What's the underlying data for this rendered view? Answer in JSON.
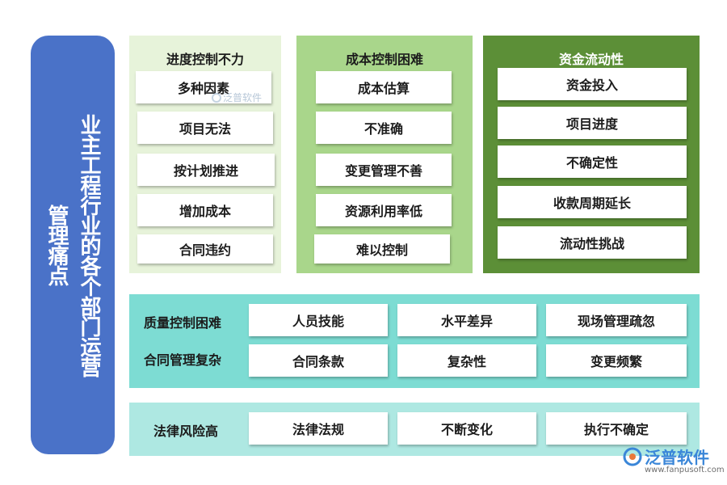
{
  "banner": {
    "line1": "业主工程行业的各个部门运营",
    "line2": "管理痛点"
  },
  "columns": [
    {
      "title": "进度控制不力",
      "items": [
        "多种因素",
        "项目无法",
        "按计划推进",
        "增加成本",
        "合同违约"
      ]
    },
    {
      "title": "成本控制困难",
      "items": [
        "成本估算",
        "不准确",
        "变更管理不善",
        "资源利用率低",
        "难以控制"
      ]
    },
    {
      "title": "资金流动性",
      "items": [
        "资金投入",
        "项目进度",
        "不确定性",
        "收款周期延长",
        "流动性挑战"
      ]
    }
  ],
  "quality_block": {
    "label1": "质量控制困难",
    "label2": "合同管理复杂",
    "row1": [
      "人员技能",
      "水平差异",
      "现场管理疏忽"
    ],
    "row2": [
      "合同条款",
      "复杂性",
      "变更频繁"
    ]
  },
  "law_block": {
    "label": "法律风险高",
    "row": [
      "法律法规",
      "不断变化",
      "执行不确定"
    ]
  },
  "watermark": {
    "small_text": "泛普软件",
    "brand": "泛普软件",
    "url": "www.fanpusoft.com"
  },
  "colors": {
    "banner": "#4a72c8",
    "col1": "#e7f3da",
    "col2": "#a9d68b",
    "col3": "#5c8f37",
    "teal": "#7ddcd3",
    "teal_light": "#aee8e2"
  }
}
